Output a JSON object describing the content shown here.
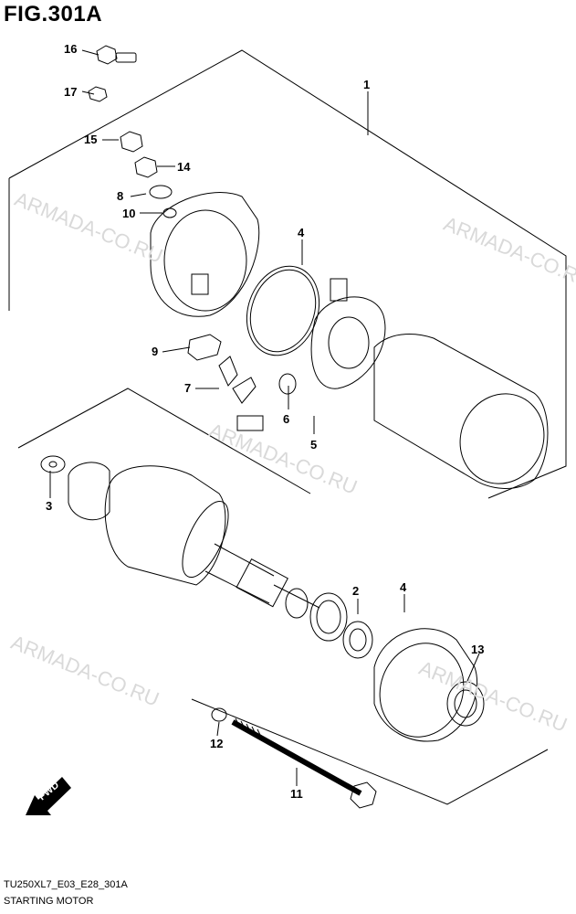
{
  "figure": {
    "title": "FIG.301A",
    "code": "TU250XL7_E03_E28_301A",
    "caption": "STARTING MOTOR"
  },
  "watermark": "ARMADA-CO.RU",
  "direction_marker": "FWD",
  "callouts": [
    "16",
    "17",
    "15",
    "14",
    "8",
    "10",
    "1",
    "4",
    "9",
    "7",
    "6",
    "5",
    "3",
    "2",
    "4",
    "13",
    "12",
    "11"
  ]
}
